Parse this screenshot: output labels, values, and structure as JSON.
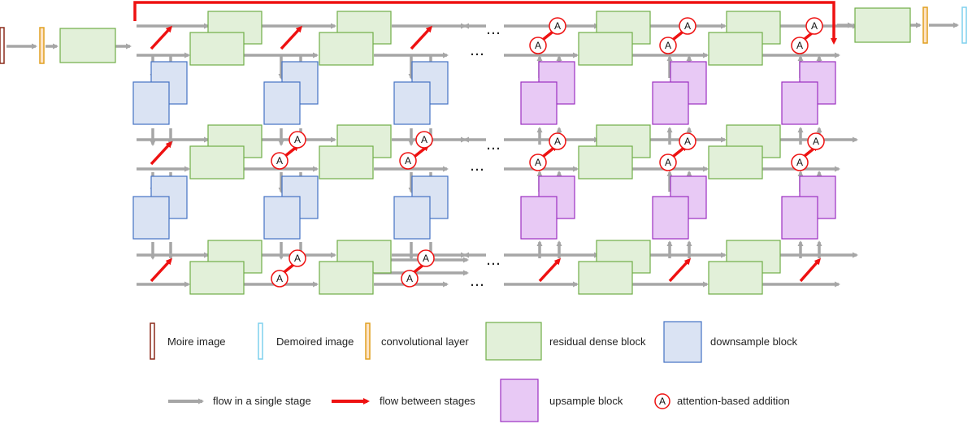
{
  "colors": {
    "residual_fill": "#e2f0d9",
    "residual_stroke": "#70ad47",
    "down_fill": "#dae3f3",
    "down_stroke": "#4472c4",
    "up_fill": "#e8c9f5",
    "up_stroke": "#9b30c0",
    "moire": "#8b2a1a",
    "demoired": "#7fd0ee",
    "conv": "#f4b183",
    "conv_stroke": "#e0a020",
    "gray_arrow": "#a6a6a6",
    "red_arrow": "#ee1111"
  },
  "ellipsis": "…",
  "attention_symbol": "A",
  "legend": {
    "moire": "Moire image",
    "demoired": "Demoired  image",
    "conv": "convolutional layer",
    "residual": "residual dense block",
    "down": "downsample block",
    "flow_single": "flow in a single stage",
    "flow_between": "flow between stages",
    "up": "upsample block",
    "attention": "attention-based addition"
  }
}
